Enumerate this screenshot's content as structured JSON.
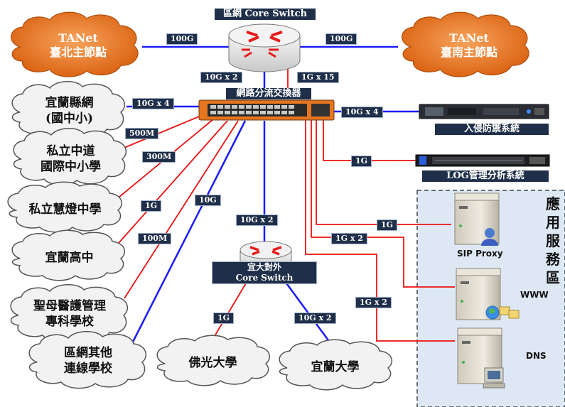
{
  "core_switch_title": "區網 Core Switch",
  "tanet_north": {
    "line1": "TANet",
    "line2": "臺北主節點"
  },
  "tanet_south": {
    "line1": "TANet",
    "line2": "臺南主節點"
  },
  "link_100g_left": "100G",
  "link_100g_right": "100G",
  "link_10gx2_core": "10G x 2",
  "link_1gx15": "1G x 15",
  "distribution_switch_title": "網路分流交換器",
  "link_10gx4_left": "10G x 4",
  "link_10gx4_right": "10G x 4",
  "link_500m": "500M",
  "link_300m": "300M",
  "link_1g_huideng": "1G",
  "link_10g_other": "10G",
  "link_100m": "100M",
  "link_1g_log": "1G",
  "link_10gx2_yida": "10G x 2",
  "link_1g_sip": "1G",
  "link_1gx2_www": "1G x 2",
  "link_1gx2_dns": "1G x 2",
  "link_1g_foguang": "1G",
  "link_10gx2_ilan_univ": "10G x 2",
  "ips_title": "入侵防禦系統",
  "log_title": "LOG管理分析系統",
  "yida_switch": {
    "line1": "宜大對外",
    "line2": "Core Switch"
  },
  "clouds": {
    "yilan_county": {
      "line1": "宜蘭縣網",
      "line2": "(國中小)"
    },
    "zhongdao": {
      "line1": "私立中道",
      "line2": "國際中小學"
    },
    "huideng": {
      "line1": "私立慧燈中學"
    },
    "yilan_high": {
      "line1": "宜蘭高中"
    },
    "smc": {
      "line1": "聖母醫護管理",
      "line2": "專科學校"
    },
    "other": {
      "line1": "區網其他",
      "line2": "連線學校"
    },
    "foguang": {
      "line1": "佛光大學"
    },
    "ilan_univ": {
      "line1": "宜蘭大學"
    }
  },
  "app_zone": {
    "label": "應用服務區",
    "chars": [
      "應",
      "用",
      "服",
      "務",
      "區"
    ]
  },
  "servers": {
    "sip": "SIP Proxy",
    "www": "WWW",
    "dns": "DNS"
  },
  "colors": {
    "link_blue": "#1a1aff",
    "link_red": "#ee1111",
    "tanet_orange": "#e8731c",
    "label_bg": "#1f2f49",
    "zone_bg": "#dde8f4"
  }
}
